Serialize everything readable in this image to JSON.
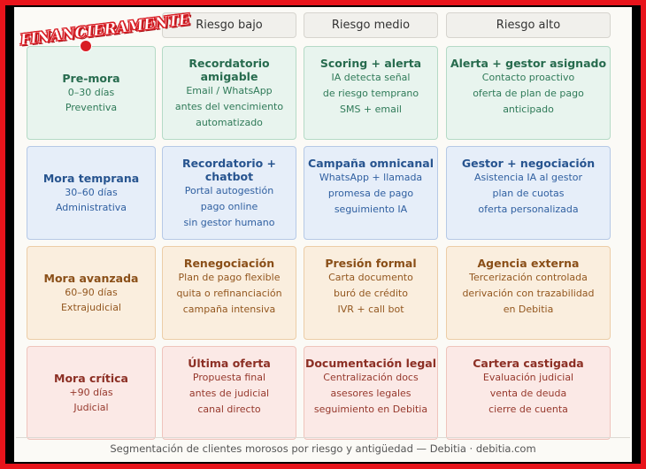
{
  "logo": {
    "text": "FINANCIERAMENTE"
  },
  "columns": [
    "Riesgo bajo",
    "Riesgo medio",
    "Riesgo alto"
  ],
  "rows": [
    {
      "label": {
        "title": "Pre-mora",
        "lines": [
          "0–30 días",
          "Preventiva"
        ]
      },
      "cells": [
        {
          "title": "Recordatorio amigable",
          "lines": [
            "Email / WhatsApp",
            "antes del vencimiento",
            "automatizado"
          ]
        },
        {
          "title": "Scoring + alerta",
          "lines": [
            "IA detecta señal",
            "de riesgo temprano",
            "SMS + email"
          ]
        },
        {
          "title": "Alerta + gestor asignado",
          "lines": [
            "Contacto proactivo",
            "oferta de plan de pago",
            "anticipado"
          ]
        }
      ]
    },
    {
      "label": {
        "title": "Mora temprana",
        "lines": [
          "30–60 días",
          "Administrativa"
        ]
      },
      "cells": [
        {
          "title": "Recordatorio + chatbot",
          "lines": [
            "Portal autogestión",
            "pago online",
            "sin gestor humano"
          ]
        },
        {
          "title": "Campaña omnicanal",
          "lines": [
            "WhatsApp + llamada",
            "promesa de pago",
            "seguimiento IA"
          ]
        },
        {
          "title": "Gestor + negociación",
          "lines": [
            "Asistencia IA al gestor",
            "plan de cuotas",
            "oferta personalizada"
          ]
        }
      ]
    },
    {
      "label": {
        "title": "Mora avanzada",
        "lines": [
          "60–90 días",
          "Extrajudicial"
        ]
      },
      "cells": [
        {
          "title": "Renegociación",
          "lines": [
            "Plan de pago flexible",
            "quita o refinanciación",
            "campaña intensiva"
          ]
        },
        {
          "title": "Presión formal",
          "lines": [
            "Carta documento",
            "buró de crédito",
            "IVR + call bot"
          ]
        },
        {
          "title": "Agencia externa",
          "lines": [
            "Tercerización controlada",
            "derivación con trazabilidad",
            "en Debitia"
          ]
        }
      ]
    },
    {
      "label": {
        "title": "Mora crítica",
        "lines": [
          "+90 días",
          "Judicial"
        ]
      },
      "cells": [
        {
          "title": "Última oferta",
          "lines": [
            "Propuesta final",
            "antes de judicial",
            "canal directo"
          ]
        },
        {
          "title": "Documentación legal",
          "lines": [
            "Centralización docs",
            "asesores legales",
            "seguimiento en Debitia"
          ]
        },
        {
          "title": "Cartera castigada",
          "lines": [
            "Evaluación judicial",
            "venta de deuda",
            "cierre de cuenta"
          ]
        }
      ]
    }
  ],
  "footer": {
    "caption": "Segmentación de clientes morosos por riesgo y antigüedad — Debitia · debitia.com"
  },
  "colors": {
    "frame": "#e8141b",
    "pre_mora": "#e8f4ee",
    "mora_temprana": "#e6eef9",
    "mora_avanzada": "#faeede",
    "mora_critica": "#fbe9e6"
  }
}
